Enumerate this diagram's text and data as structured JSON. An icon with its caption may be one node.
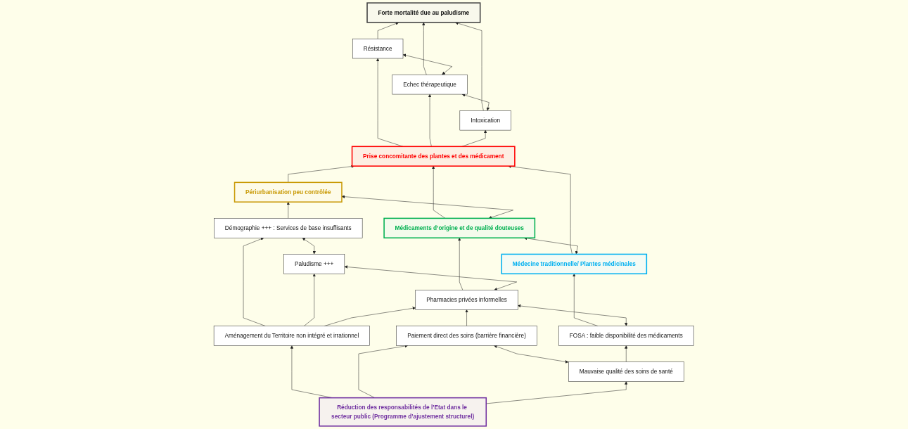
{
  "diagram": {
    "nodes": [
      {
        "text": [
          "Forte mortalité due au paludisme"
        ]
      },
      {
        "text": [
          "Résistance"
        ]
      },
      {
        "text": [
          "Echec thérapeutique"
        ]
      },
      {
        "text": [
          "Intoxication"
        ]
      },
      {
        "text": [
          "Prise concomitante des plantes et des médicament"
        ]
      },
      {
        "text": [
          "Périurbanisation peu contrôlée"
        ]
      },
      {
        "text": [
          "Médicaments d’origine et de qualité douteuses"
        ]
      },
      {
        "text": [
          "Médecine traditionnelle/ Plantes médicinales"
        ]
      },
      {
        "text": [
          "Démographie +++ : Services de base insuffisants"
        ]
      },
      {
        "text": [
          "Paludisme +++"
        ]
      },
      {
        "text": [
          "Pharmacies privées informelles"
        ]
      },
      {
        "text": [
          "FOSA : faible disponibilité des médicaments"
        ]
      },
      {
        "text": [
          "Aménagement du Territoire non intégré et irrationnel"
        ]
      },
      {
        "text": [
          "Paiement direct des soins (barrière financière)"
        ]
      },
      {
        "text": [
          "Mauvaise qualité des soins de santé"
        ]
      },
      {
        "text": [
          "Réduction des responsabilités de l’Etat dans le secteur public (Programme d’ajustement structurel)"
        ]
      }
    ],
    "edges": [
      {
        "from": 1,
        "to": 0,
        "arrow": "to"
      },
      {
        "from": 2,
        "to": 0,
        "arrow": "to"
      },
      {
        "from": 3,
        "to": 0,
        "arrow": "to"
      },
      {
        "from": 1,
        "to": 2,
        "arrow": "both"
      },
      {
        "from": 2,
        "to": 3,
        "arrow": "both"
      },
      {
        "from": 4,
        "to": 1,
        "arrow": "to"
      },
      {
        "from": 4,
        "to": 2,
        "arrow": "to"
      },
      {
        "from": 4,
        "to": 3,
        "arrow": "to"
      },
      {
        "from": 5,
        "to": 4,
        "arrow": "to"
      },
      {
        "from": 6,
        "to": 4,
        "arrow": "to"
      },
      {
        "from": 7,
        "to": 4,
        "arrow": "to"
      },
      {
        "from": 5,
        "to": 6,
        "arrow": "both"
      },
      {
        "from": 6,
        "to": 7,
        "arrow": "both"
      },
      {
        "from": 8,
        "to": 5,
        "arrow": "to"
      },
      {
        "from": 10,
        "to": 6,
        "arrow": "to"
      },
      {
        "from": 11,
        "to": 7,
        "arrow": "to"
      },
      {
        "from": 8,
        "to": 9,
        "arrow": "both"
      },
      {
        "from": 9,
        "to": 10,
        "arrow": "both"
      },
      {
        "from": 10,
        "to": 11,
        "arrow": "both"
      },
      {
        "from": 12,
        "to": 8,
        "arrow": "to"
      },
      {
        "from": 12,
        "to": 9,
        "arrow": "to"
      },
      {
        "from": 12,
        "to": 10,
        "arrow": "to"
      },
      {
        "from": 13,
        "to": 10,
        "arrow": "to"
      },
      {
        "from": 13,
        "to": 14,
        "arrow": "both"
      },
      {
        "from": 14,
        "to": 11,
        "arrow": "to"
      },
      {
        "from": 15,
        "to": 12,
        "arrow": "to"
      },
      {
        "from": 15,
        "to": 13,
        "arrow": "to"
      },
      {
        "from": 15,
        "to": 14,
        "arrow": "to"
      }
    ]
  }
}
